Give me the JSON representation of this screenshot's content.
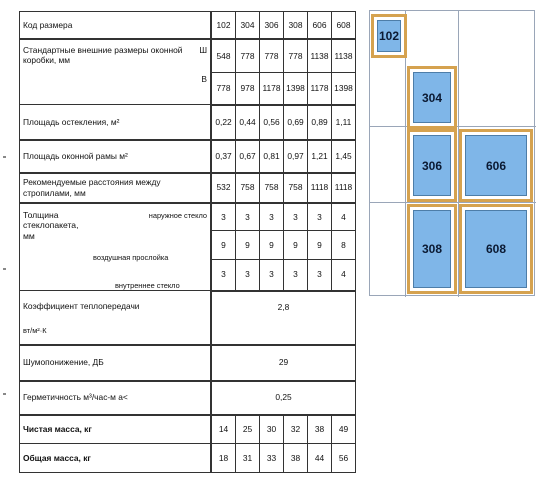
{
  "table": {
    "rows": {
      "size_code": {
        "label": "Код размера",
        "values": [
          "102",
          "304",
          "306",
          "308",
          "606",
          "608"
        ]
      },
      "frame_dims": {
        "label": "Стандартные внешние размеры оконной коробки, мм",
        "w_label": "Ш",
        "w_values": [
          "548",
          "778",
          "778",
          "778",
          "1138",
          "1138"
        ],
        "h_label": "В",
        "h_values": [
          "778",
          "978",
          "1178",
          "1398",
          "1178",
          "1398"
        ]
      },
      "glazing_area": {
        "label": "Площадь остекления, м²",
        "values": [
          "0,22",
          "0,44",
          "0,56",
          "0,69",
          "0,89",
          "1,11"
        ]
      },
      "frame_area": {
        "label": "Площадь оконной рамы м²",
        "values": [
          "0,37",
          "0,67",
          "0,81",
          "0,97",
          "1,21",
          "1,45"
        ]
      },
      "rafter_spacing": {
        "label": "Рекомендуемые расстояния между стропилами, мм",
        "values": [
          "532",
          "758",
          "758",
          "758",
          "1118",
          "1118"
        ]
      },
      "thickness": {
        "label": "Толщина стеклопакета, мм",
        "outer_label": "наружное стекло",
        "outer_values": [
          "3",
          "3",
          "3",
          "3",
          "3",
          "4"
        ],
        "air_label": "воздушная прослойка",
        "air_values": [
          "9",
          "9",
          "9",
          "9",
          "9",
          "8"
        ],
        "inner_label": "внутреннее стекло",
        "inner_values": [
          "3",
          "3",
          "3",
          "3",
          "3",
          "4"
        ]
      },
      "heat_transfer": {
        "label": "Коэффициент теплопередачи",
        "unit": "вт/м²·К",
        "value": "2,8"
      },
      "noise": {
        "label": "Шумопонижение,  ДБ",
        "value": "29"
      },
      "airtightness": {
        "label": "Герметичность м³/час-м а<",
        "value": "0,25"
      },
      "net_mass": {
        "label": "Чистая масса, кг",
        "values": [
          "14",
          "25",
          "30",
          "32",
          "38",
          "49"
        ]
      },
      "gross_mass": {
        "label": "Общая масса, кг",
        "values": [
          "18",
          "31",
          "33",
          "38",
          "44",
          "56"
        ]
      }
    }
  },
  "windows": [
    "102",
    "304",
    "306",
    "606",
    "308",
    "608"
  ],
  "colors": {
    "frame": "#d5a24f",
    "glass": "#7fb6e8",
    "grid": "#9aa6b8"
  }
}
